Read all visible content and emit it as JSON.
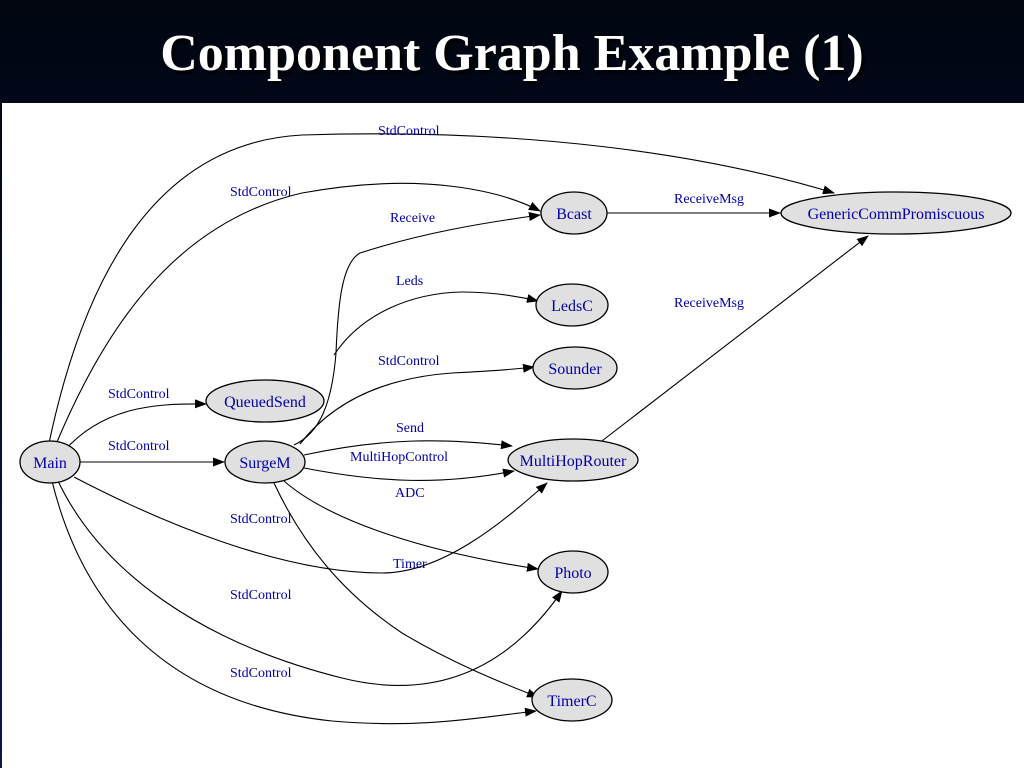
{
  "slide": {
    "title": "Component Graph Example (1)"
  },
  "nodes": {
    "main": "Main",
    "queuedsend": "QueuedSend",
    "surgem": "SurgeM",
    "bcast": "Bcast",
    "generic": "GenericCommPromiscuous",
    "ledsc": "LedsC",
    "sounder": "Sounder",
    "multihoprouter": "MultiHopRouter",
    "photo": "Photo",
    "timerc": "TimerC"
  },
  "edges": {
    "main_generic": "StdControl",
    "main_bcast": "StdControl",
    "main_queuedsend": "StdControl",
    "main_surgem": "StdControl",
    "main_multihop": "StdControl",
    "main_photo": "StdControl",
    "main_timerc": "StdControl",
    "surgem_bcast": "Receive",
    "surgem_ledsc": "Leds",
    "surgem_sounder": "StdControl",
    "surgem_multihop_send": "Send",
    "surgem_multihop_control": "MultiHopControl",
    "surgem_photo": "ADC",
    "surgem_timerc": "Timer",
    "bcast_generic": "ReceiveMsg",
    "multihop_generic": "ReceiveMsg"
  }
}
